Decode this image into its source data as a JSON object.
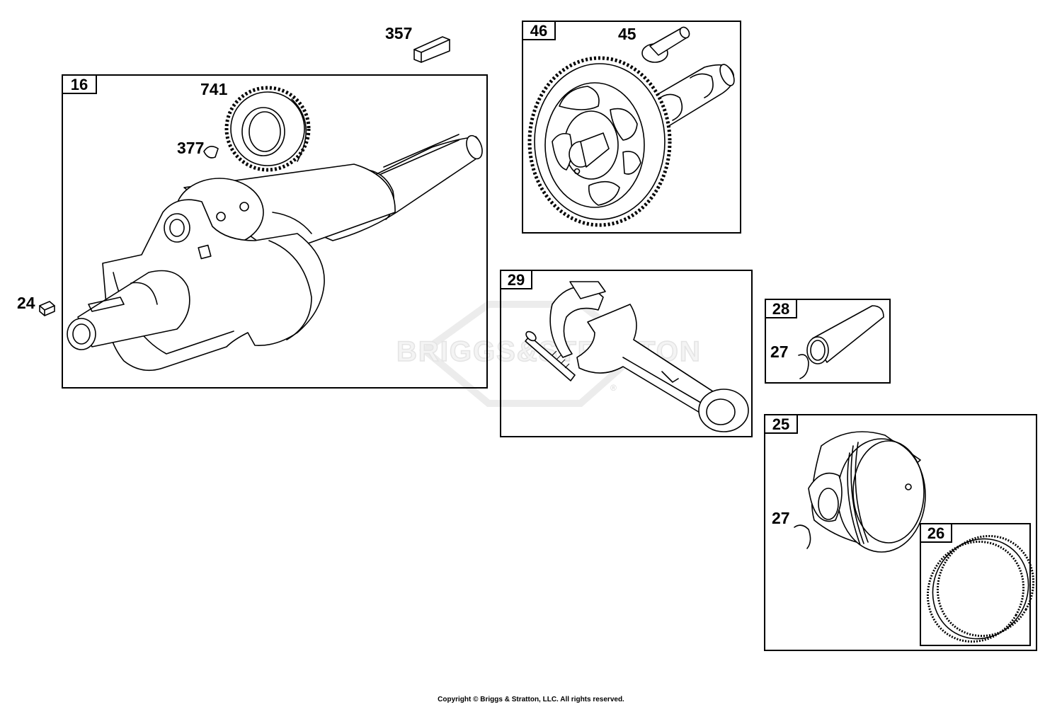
{
  "watermark": {
    "text": "BRIGGS&STRATTON",
    "symbol": "®"
  },
  "boxes": {
    "crankshaft": "16",
    "camshaft": "46",
    "connecting_rod": "29",
    "piston_pin": "28",
    "piston": "25",
    "rings": "26"
  },
  "callouts": {
    "key": "357",
    "gear": "741",
    "woodruff_key": "377",
    "plug": "24",
    "valve_tappet": "45",
    "pin_retainer_top": "27",
    "pin_retainer_bottom": "27"
  },
  "footer": {
    "copyright": "Copyright © Briggs & Stratton, LLC. All rights reserved."
  }
}
